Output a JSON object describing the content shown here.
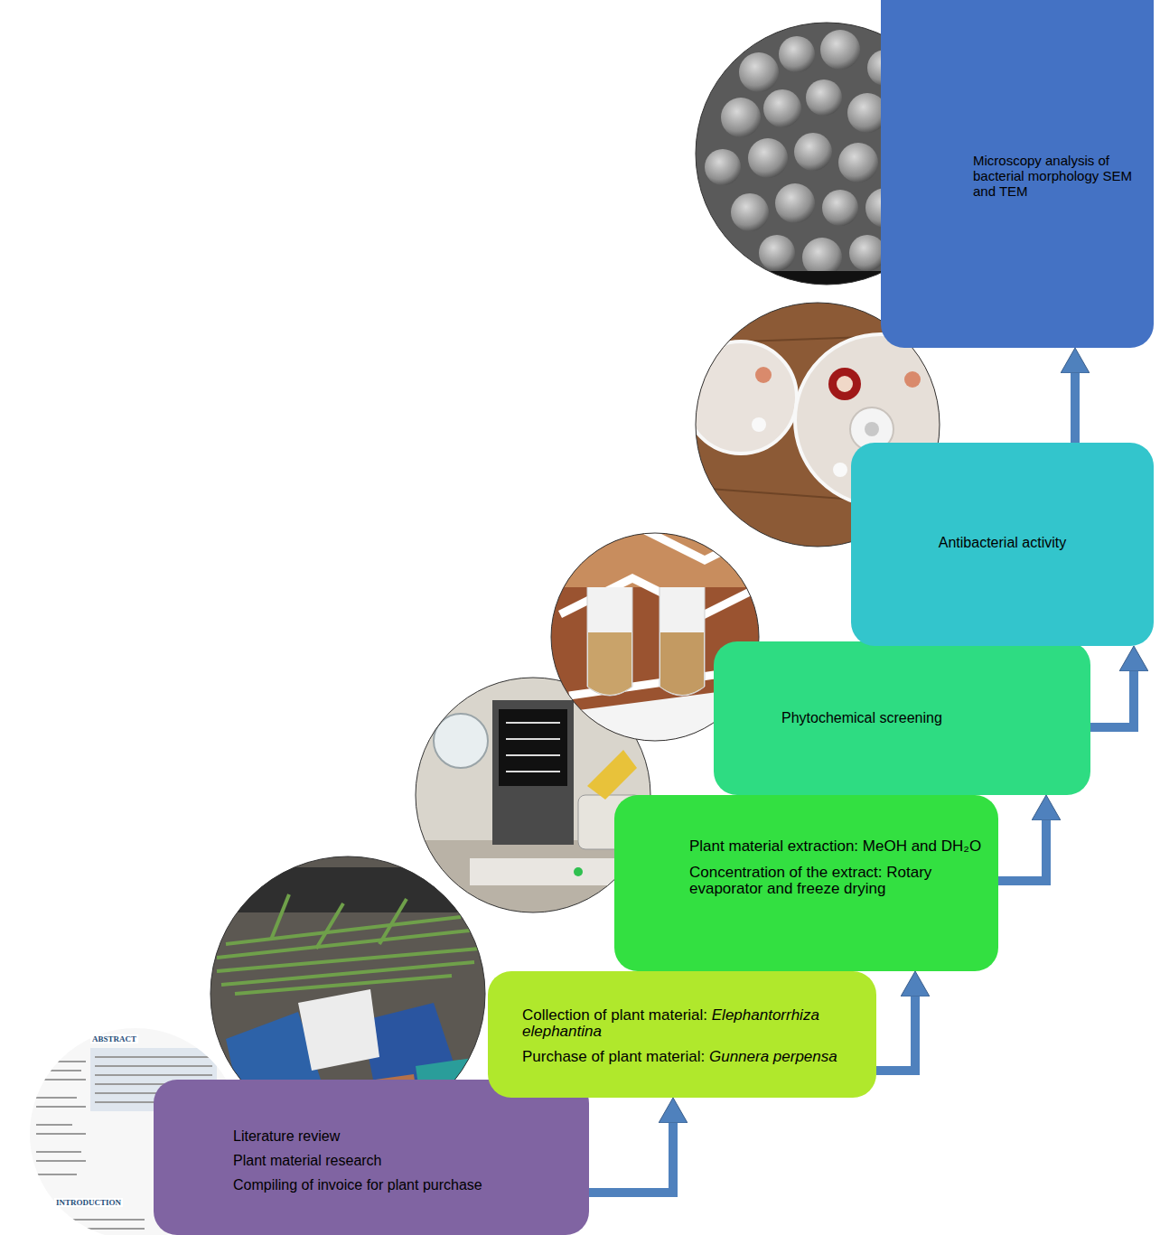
{
  "diagram": {
    "nodes": [
      {
        "text": [
          "Literature review",
          "Plant material research",
          "Compiling of invoice for plant purchase"
        ]
      },
      {
        "text": [
          "Collection of plant material: Elephantorrhiza elephantina",
          "Purchase of plant material: Gunnera perpensa"
        ]
      },
      {
        "text": [
          "Plant material extraction: MeOH and DH₂O",
          "Concentration of the extract: Rotary evaporator and freeze drying"
        ]
      },
      {
        "text": [
          "Phytochemical screening"
        ]
      },
      {
        "text": [
          "Antibacterial activity"
        ]
      },
      {
        "text": [
          "Microscopy analysis of bacterial morphology SEM and TEM"
        ]
      }
    ],
    "edges": [
      {
        "from": 0,
        "to": 1,
        "arrow": "to"
      },
      {
        "from": 1,
        "to": 2,
        "arrow": "to"
      },
      {
        "from": 2,
        "to": 3,
        "arrow": "to"
      },
      {
        "from": 3,
        "to": 4,
        "arrow": "to"
      },
      {
        "from": 4,
        "to": 5,
        "arrow": "to"
      }
    ],
    "labels": [
      "ABSTRACT",
      "INTRODUCTION"
    ]
  }
}
